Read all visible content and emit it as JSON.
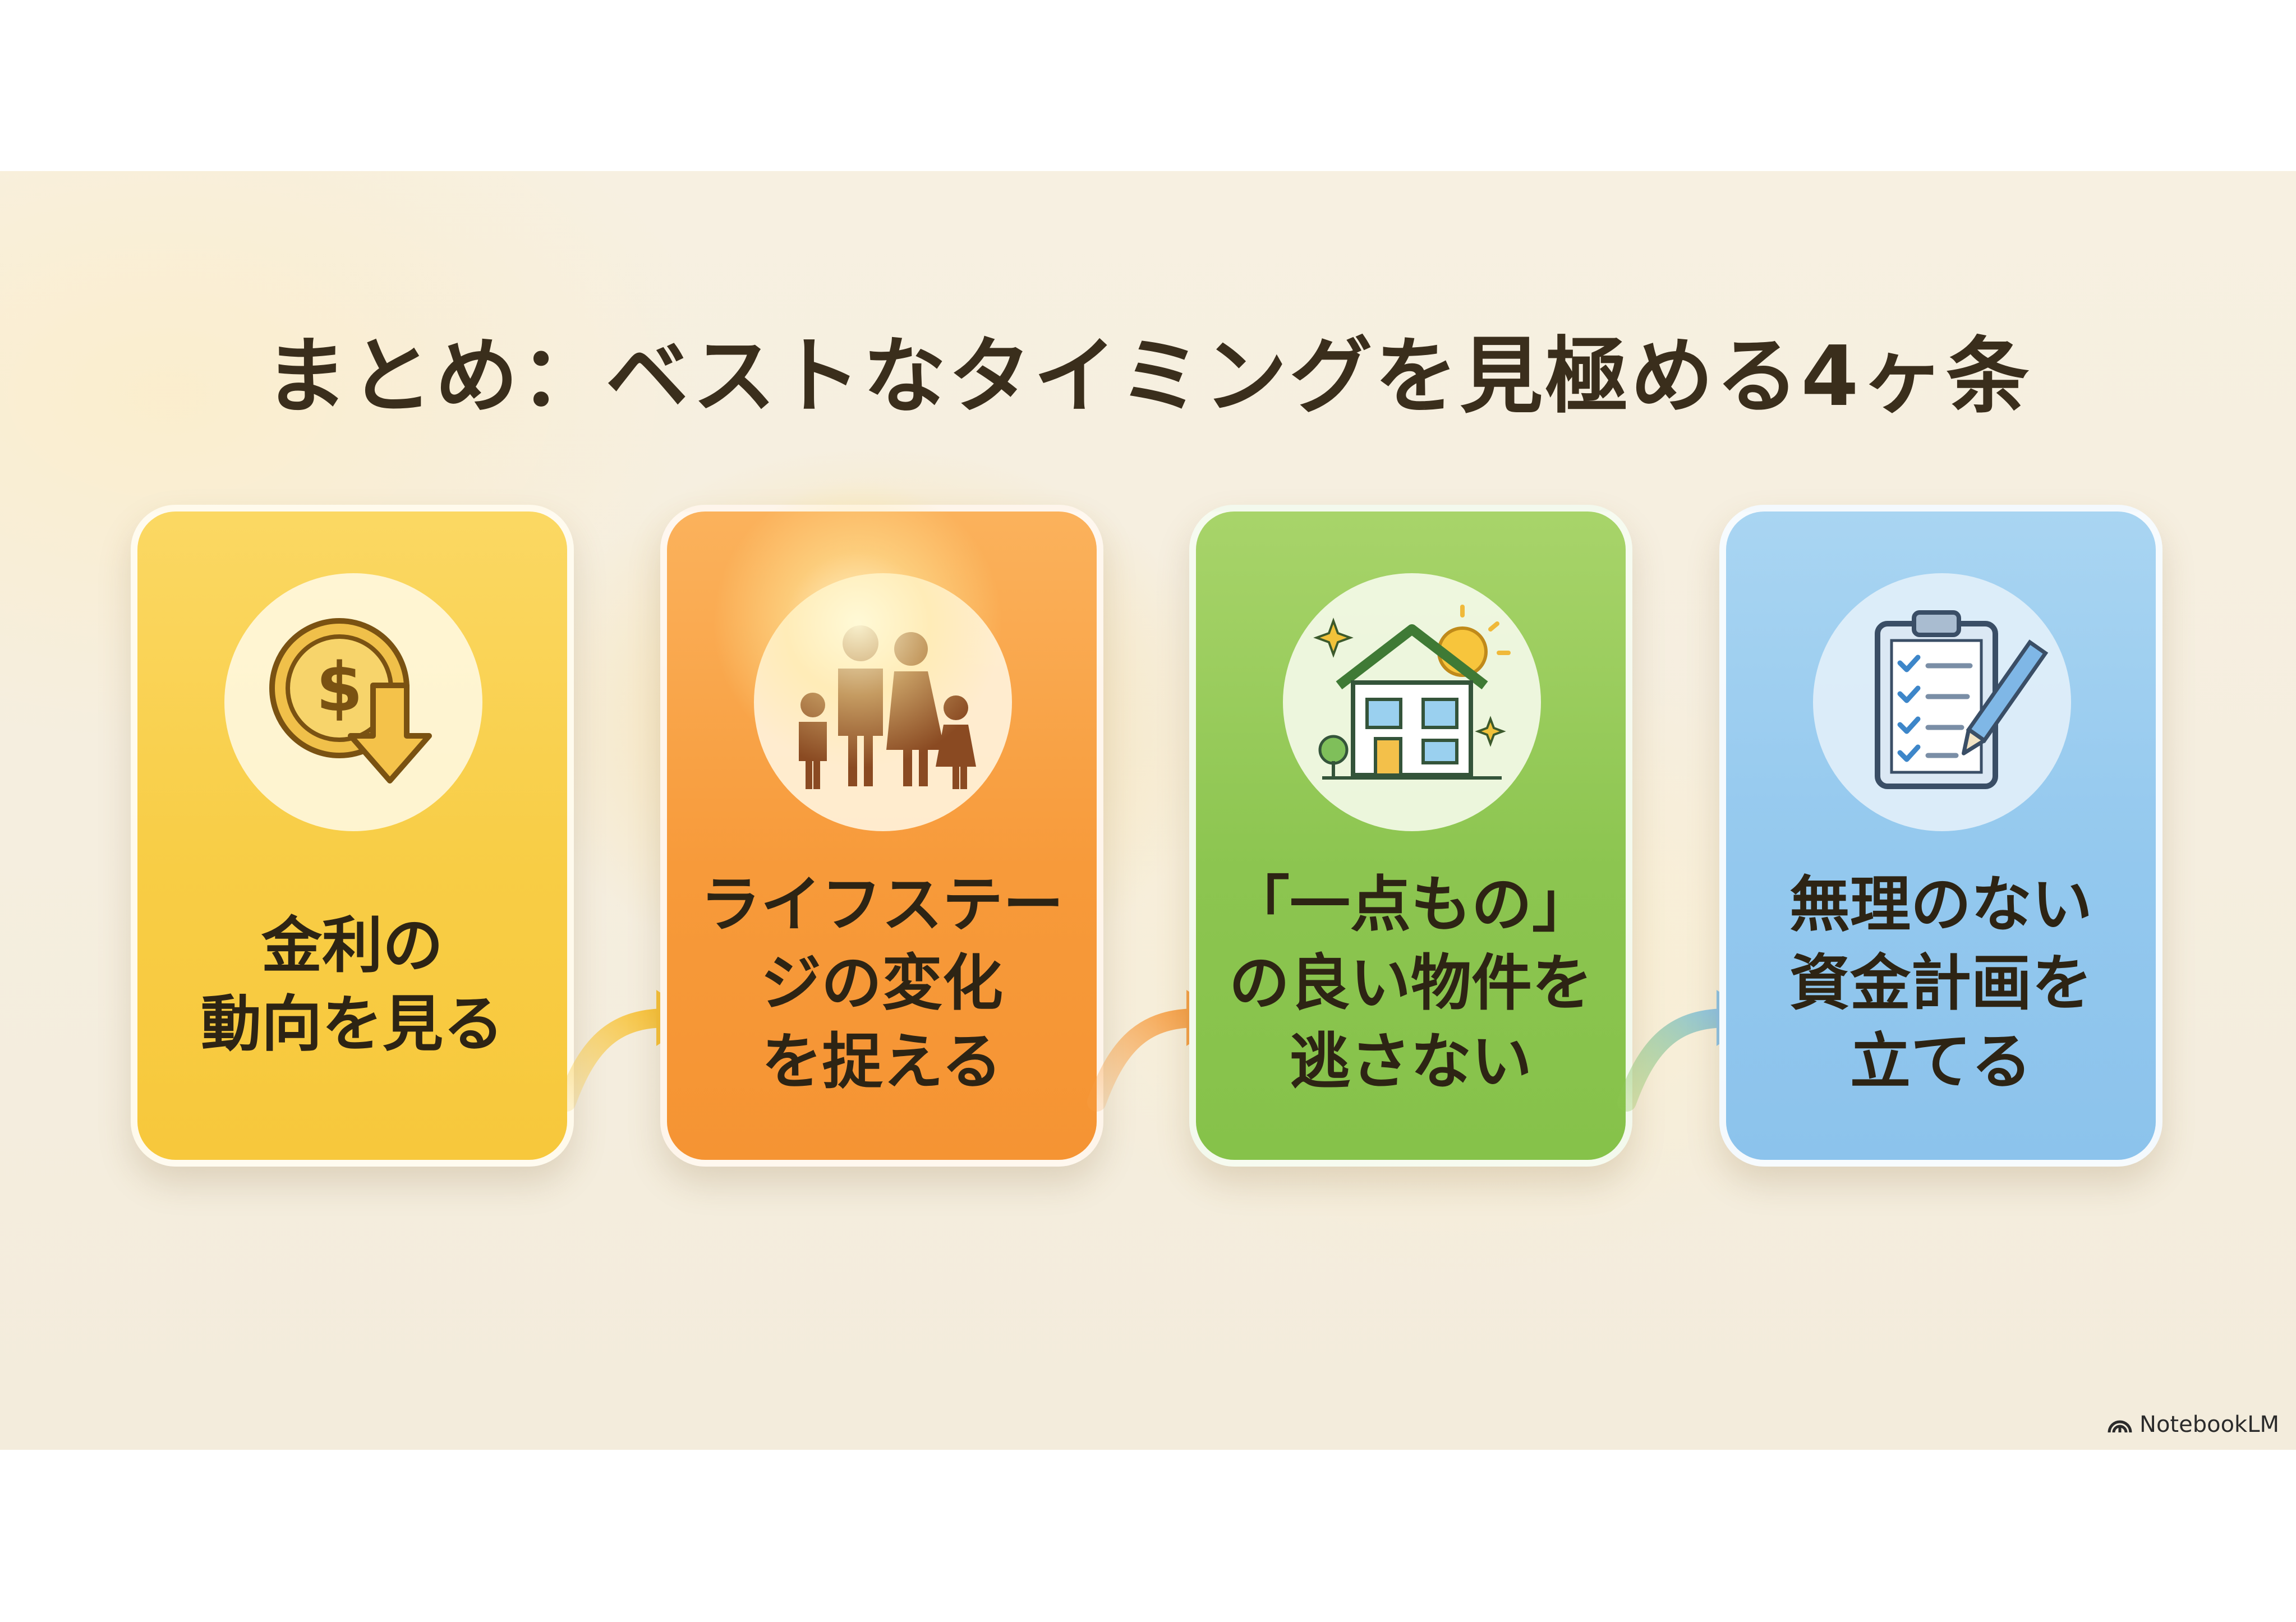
{
  "slide": {
    "title": "まとめ：ベストなタイミングを見極める4ヶ条",
    "cards": [
      {
        "lines": [
          "金利の",
          "動向を見る"
        ],
        "icon": "dollar-coin-down-arrow-icon",
        "color": "#f8cd45"
      },
      {
        "lines": [
          "ライフステー",
          "ジの変化",
          "を捉える"
        ],
        "icon": "family-icon",
        "color": "#f79a3a"
      },
      {
        "lines": [
          "「一点もの」",
          "の良い物件を",
          "逃さない"
        ],
        "icon": "house-icon",
        "color": "#8cc550"
      },
      {
        "lines": [
          "無理のない",
          "資金計画を",
          "立てる"
        ],
        "icon": "clipboard-checklist-icon",
        "color": "#93c8ee"
      }
    ],
    "brand": "NotebookLM"
  }
}
